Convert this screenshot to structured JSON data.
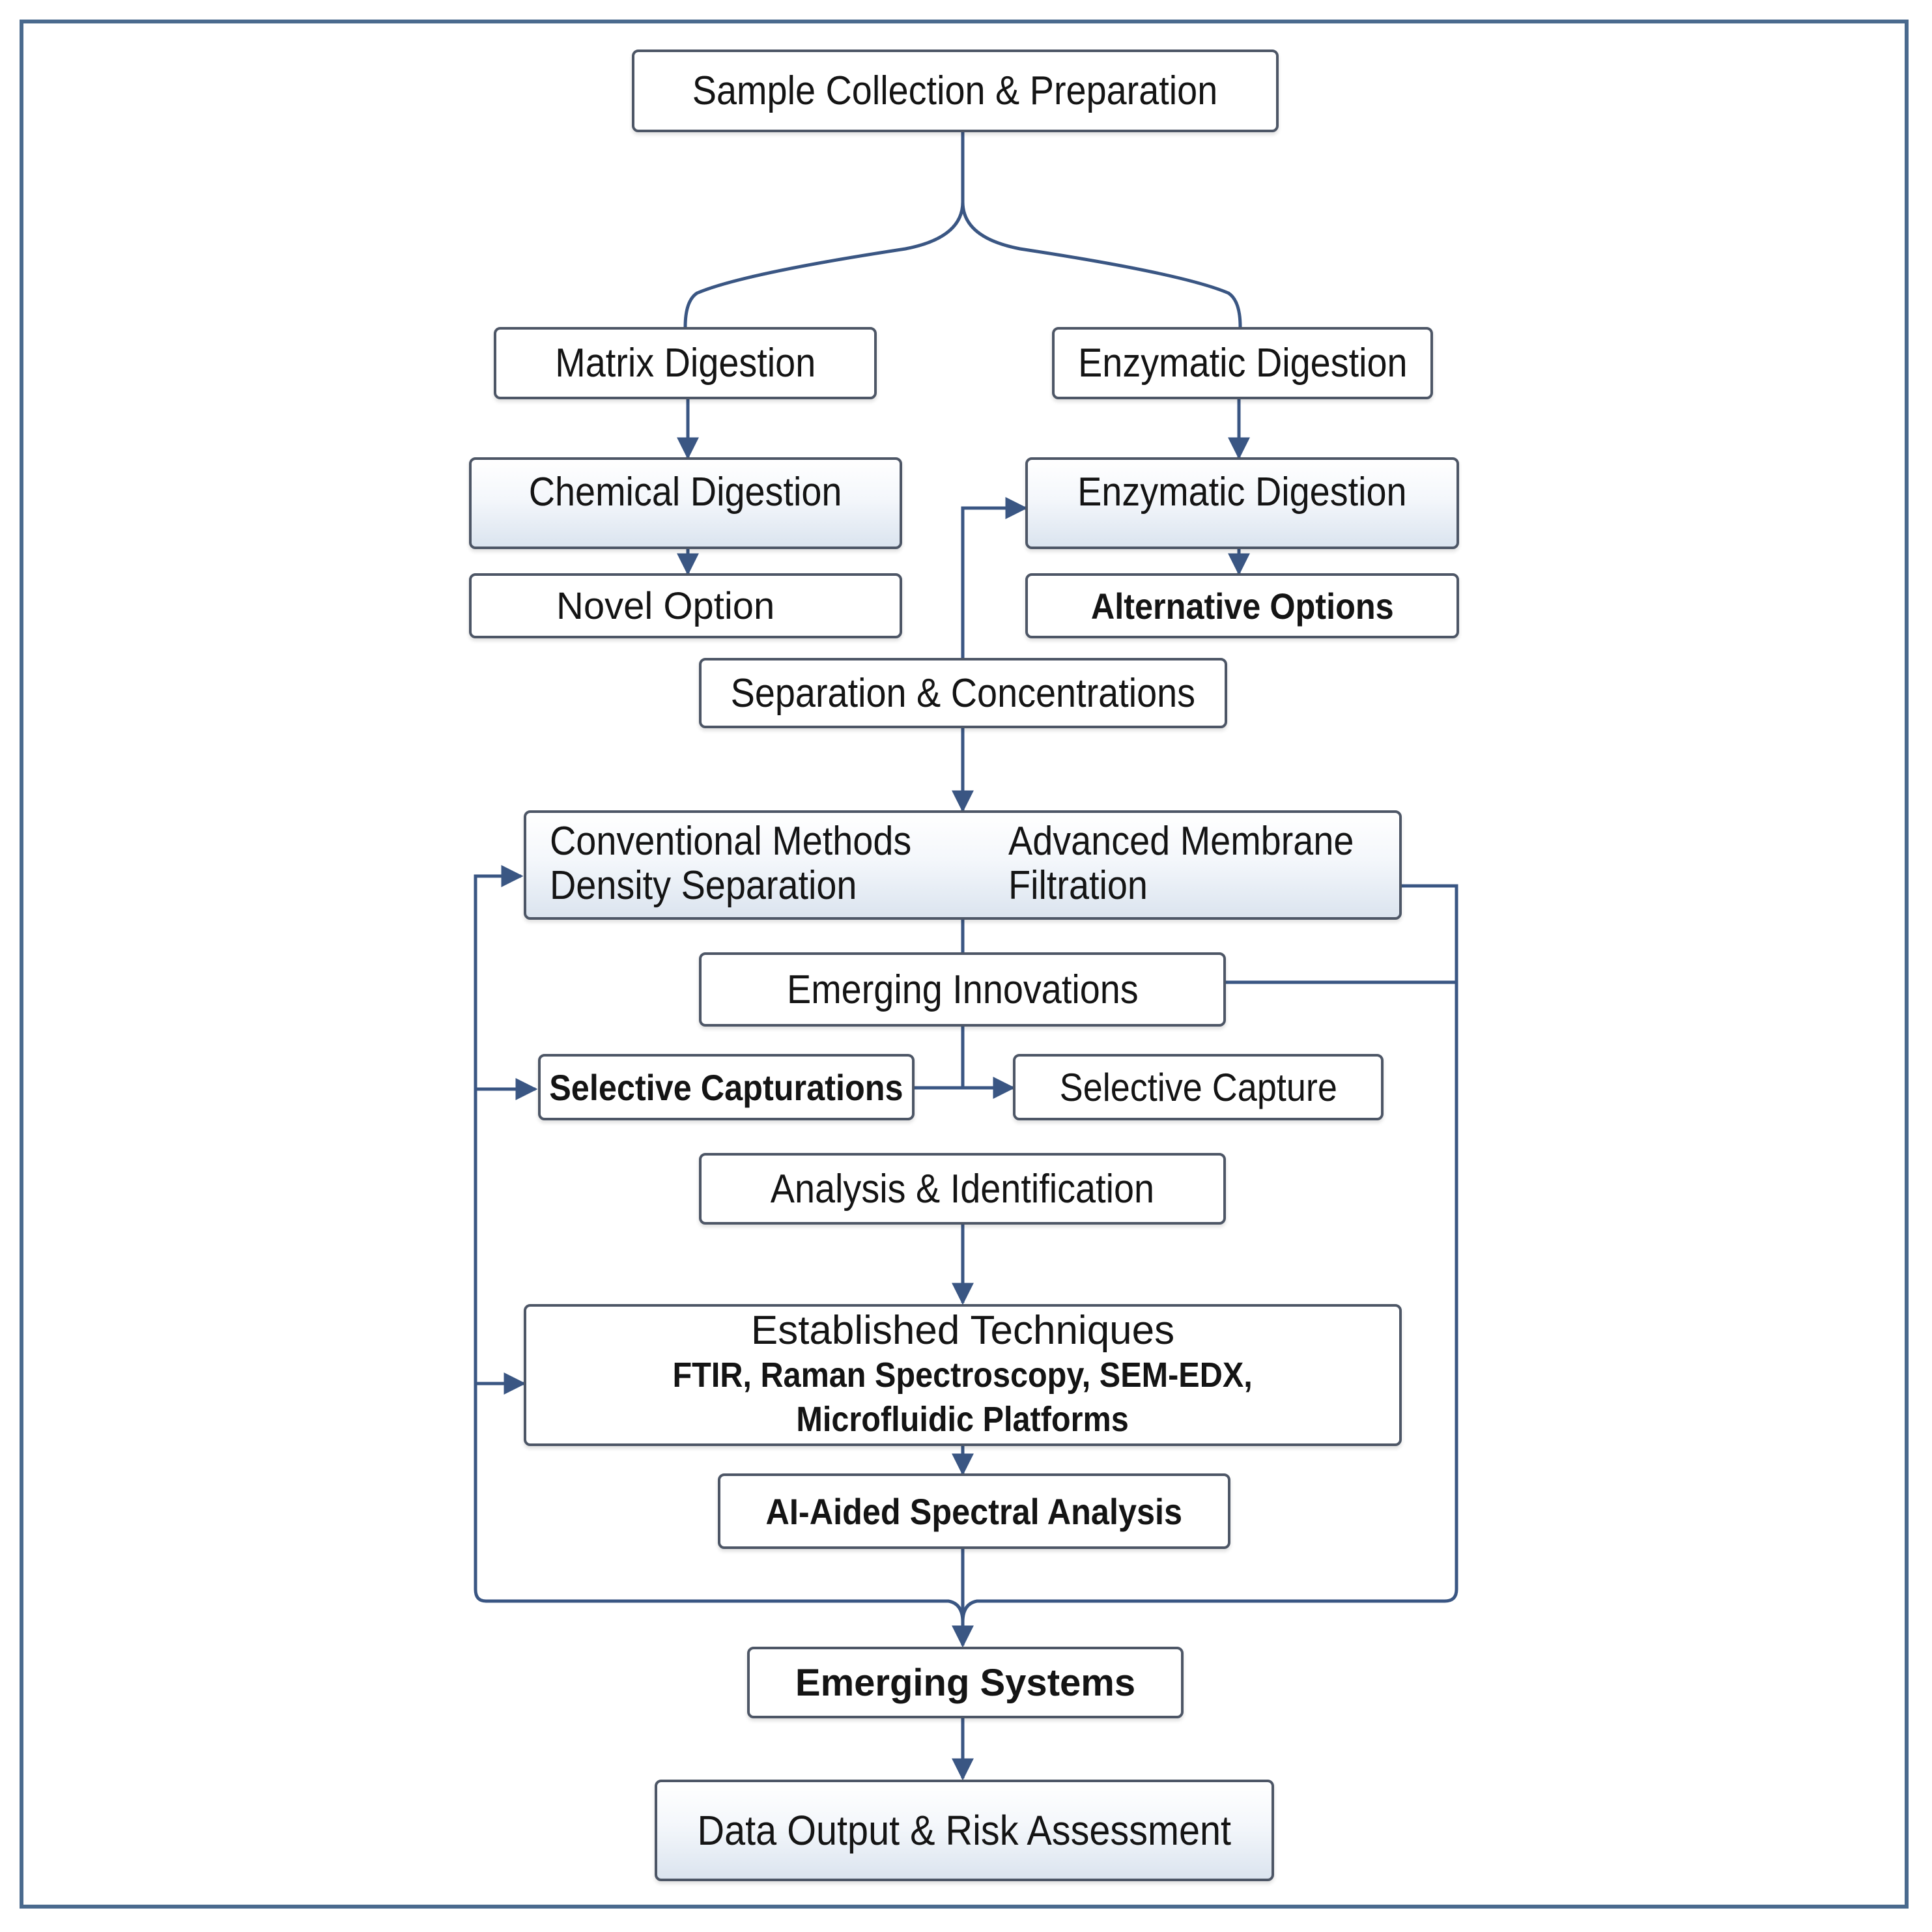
{
  "diagram": {
    "nodes": {
      "sample_collection": "Sample Collection & Preparation",
      "matrix_digestion": "Matrix Digestion",
      "enzymatic_digestion_top": "Enzymatic Digestion",
      "chemical_digestion": "Chemical Digestion",
      "enzymatic_digestion_2": "Enzymatic Digestion",
      "novel_option": "Novel Option",
      "alternative_options": "Alternative Options",
      "separation": "Separation & Concentrations",
      "methods": {
        "conventional_line1": "Conventional Methods",
        "conventional_line2": "Density Separation",
        "advanced_line1": "Advanced Membrane",
        "advanced_line2": "Filtration"
      },
      "emerging_innovations": "Emerging Innovations",
      "selective_capturations": "Selective Capturations",
      "selective_capture": "Selective Capture",
      "analysis": "Analysis & Identification",
      "established": {
        "title": "Established Techniques",
        "line1": "FTIR, Raman Spectroscopy, SEM-EDX,",
        "line2": "Microfluidic Platforms"
      },
      "ai_aided": "AI-Aided Spectral Analysis",
      "emerging_systems": "Emerging Systems",
      "data_output": "Data Output & Risk Assessment"
    },
    "colors": {
      "connector": "#3a5683",
      "frame": "#4a6a8e",
      "box_border": "#4d5666",
      "box_gradient_bottom": "#dbe4ef"
    }
  }
}
